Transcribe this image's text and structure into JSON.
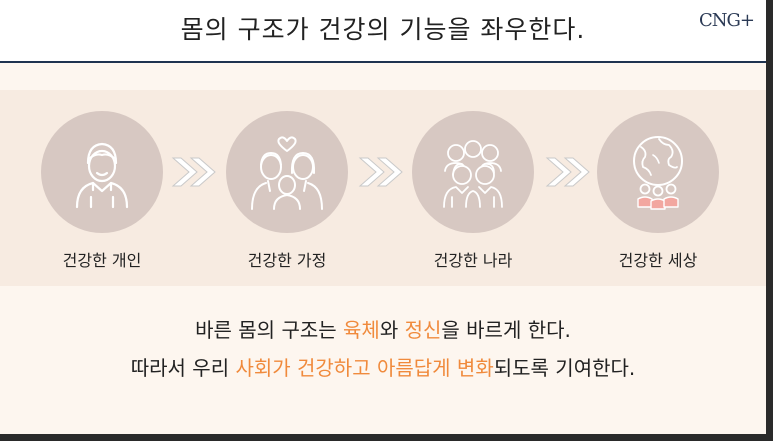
{
  "title": "몸의 구조가 건강의 기능을 좌우한다.",
  "logo": "CNG+",
  "stages": [
    {
      "label": "건강한 개인"
    },
    {
      "label": "건강한 가정"
    },
    {
      "label": "건강한 나라"
    },
    {
      "label": "건강한 세상"
    }
  ],
  "line1": {
    "a": "바른 몸의 구조는 ",
    "b": "육체",
    "c": "와 ",
    "d": "정신",
    "e": "을 바르게 한다."
  },
  "line2": {
    "a": "따라서 우리 ",
    "b": "사회가 건강하고 아름답게 변화",
    "c": "되도록 기여한다."
  },
  "colors": {
    "accent": "#f08a3c",
    "circle": "#d7c8c2",
    "header_rule": "#1f3350"
  }
}
